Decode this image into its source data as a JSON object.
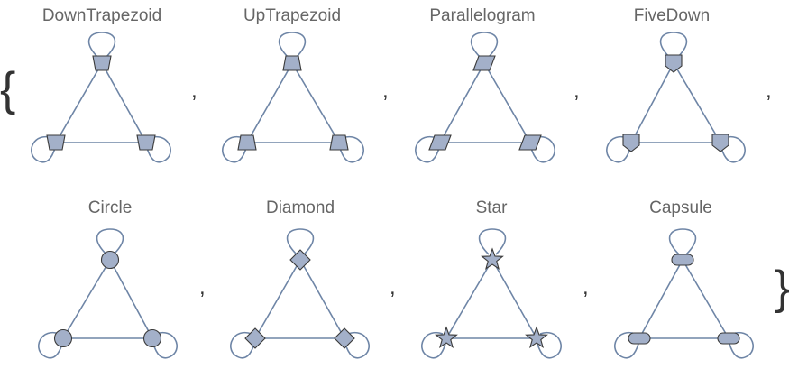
{
  "open_brace": "{",
  "close_brace": "}",
  "separator": ",",
  "colors": {
    "edge": "#6e85a6",
    "vertex_fill": "#a3b0c9",
    "vertex_stroke": "#3a3a3a",
    "title": "#666666"
  },
  "graphs": [
    {
      "title": "DownTrapezoid",
      "shape": "down-trapezoid"
    },
    {
      "title": "UpTrapezoid",
      "shape": "up-trapezoid"
    },
    {
      "title": "Parallelogram",
      "shape": "parallelogram"
    },
    {
      "title": "FiveDown",
      "shape": "five-down"
    },
    {
      "title": "Circle",
      "shape": "circle"
    },
    {
      "title": "Diamond",
      "shape": "diamond"
    },
    {
      "title": "Star",
      "shape": "star"
    },
    {
      "title": "Capsule",
      "shape": "capsule"
    }
  ]
}
